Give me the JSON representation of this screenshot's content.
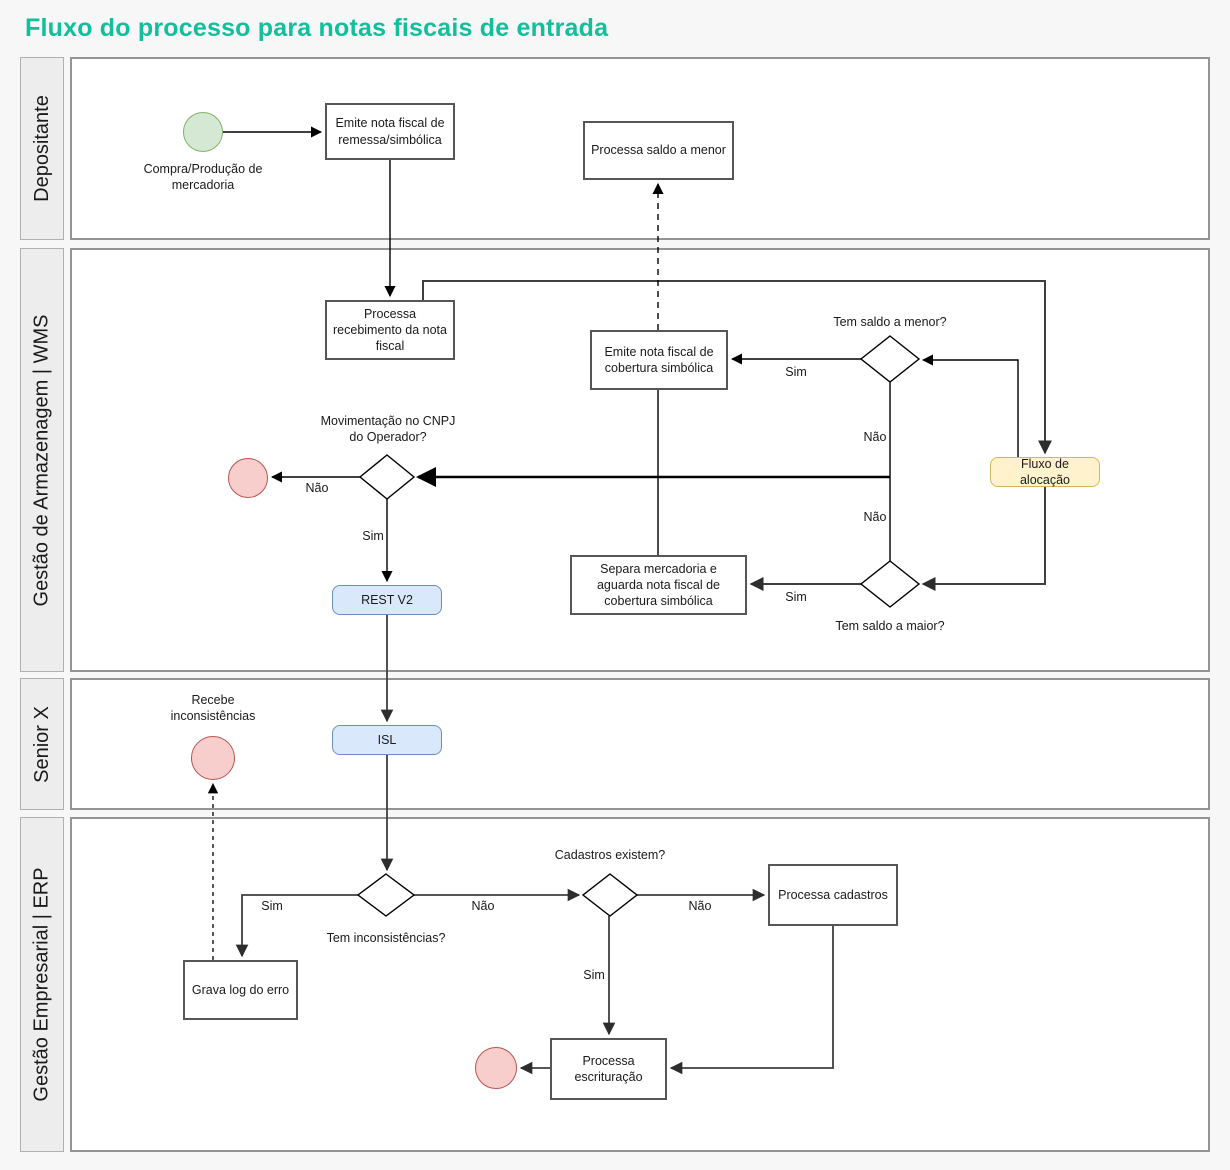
{
  "page": {
    "title": "Fluxo do processo para notas fiscais de entrada"
  },
  "colors": {
    "title": "#10bf9b",
    "lane_header_bg": "#ededed",
    "process_fill": "#ffffff",
    "subprocess_blue_fill": "#dae8fc",
    "subprocess_blue_border": "#6c8ebf",
    "link_yellow_fill": "#fff2cc",
    "link_yellow_border": "#d6b656",
    "start_green_fill": "#d5e8d4",
    "start_green_border": "#82b366",
    "end_red_fill": "#f8cecc",
    "end_red_border": "#b85450"
  },
  "lanes": [
    {
      "label": "Depositante"
    },
    {
      "label": "Gestão de Armazenagem | WMS"
    },
    {
      "label": "Senior X"
    },
    {
      "label": "Gestão Empresarial | ERP"
    }
  ],
  "nodes": {
    "compra_producao": "Compra/Produção de mercadoria",
    "emite_remessa": "Emite nota fiscal de remessa/simbólica",
    "processa_saldo_menor": "Processa saldo a menor",
    "processa_recebimento": "Processa recebimento da nota fiscal",
    "emite_cobertura": "Emite nota fiscal de cobertura simbólica",
    "fluxo_alocacao": "Fluxo de alocação",
    "separa_mercadoria": "Separa mercadoria e aguarda nota fiscal de cobertura simbólica",
    "rest_v2": "REST V2",
    "isl": "ISL",
    "recebe_inconsistencias": "Recebe inconsistências",
    "grava_log": "Grava log do erro",
    "processa_cadastros": "Processa cadastros",
    "processa_escrituracao": "Processa escrituração"
  },
  "decisions": {
    "tem_saldo_menor": "Tem saldo a menor?",
    "tem_saldo_maior": "Tem saldo a maior?",
    "movimentacao_cnpj": "Movimentação no CNPJ do Operador?",
    "tem_inconsistencias": "Tem inconsistências?",
    "cadastros_existem": "Cadastros existem?"
  },
  "labels": {
    "sim": "Sim",
    "nao": "Não"
  }
}
